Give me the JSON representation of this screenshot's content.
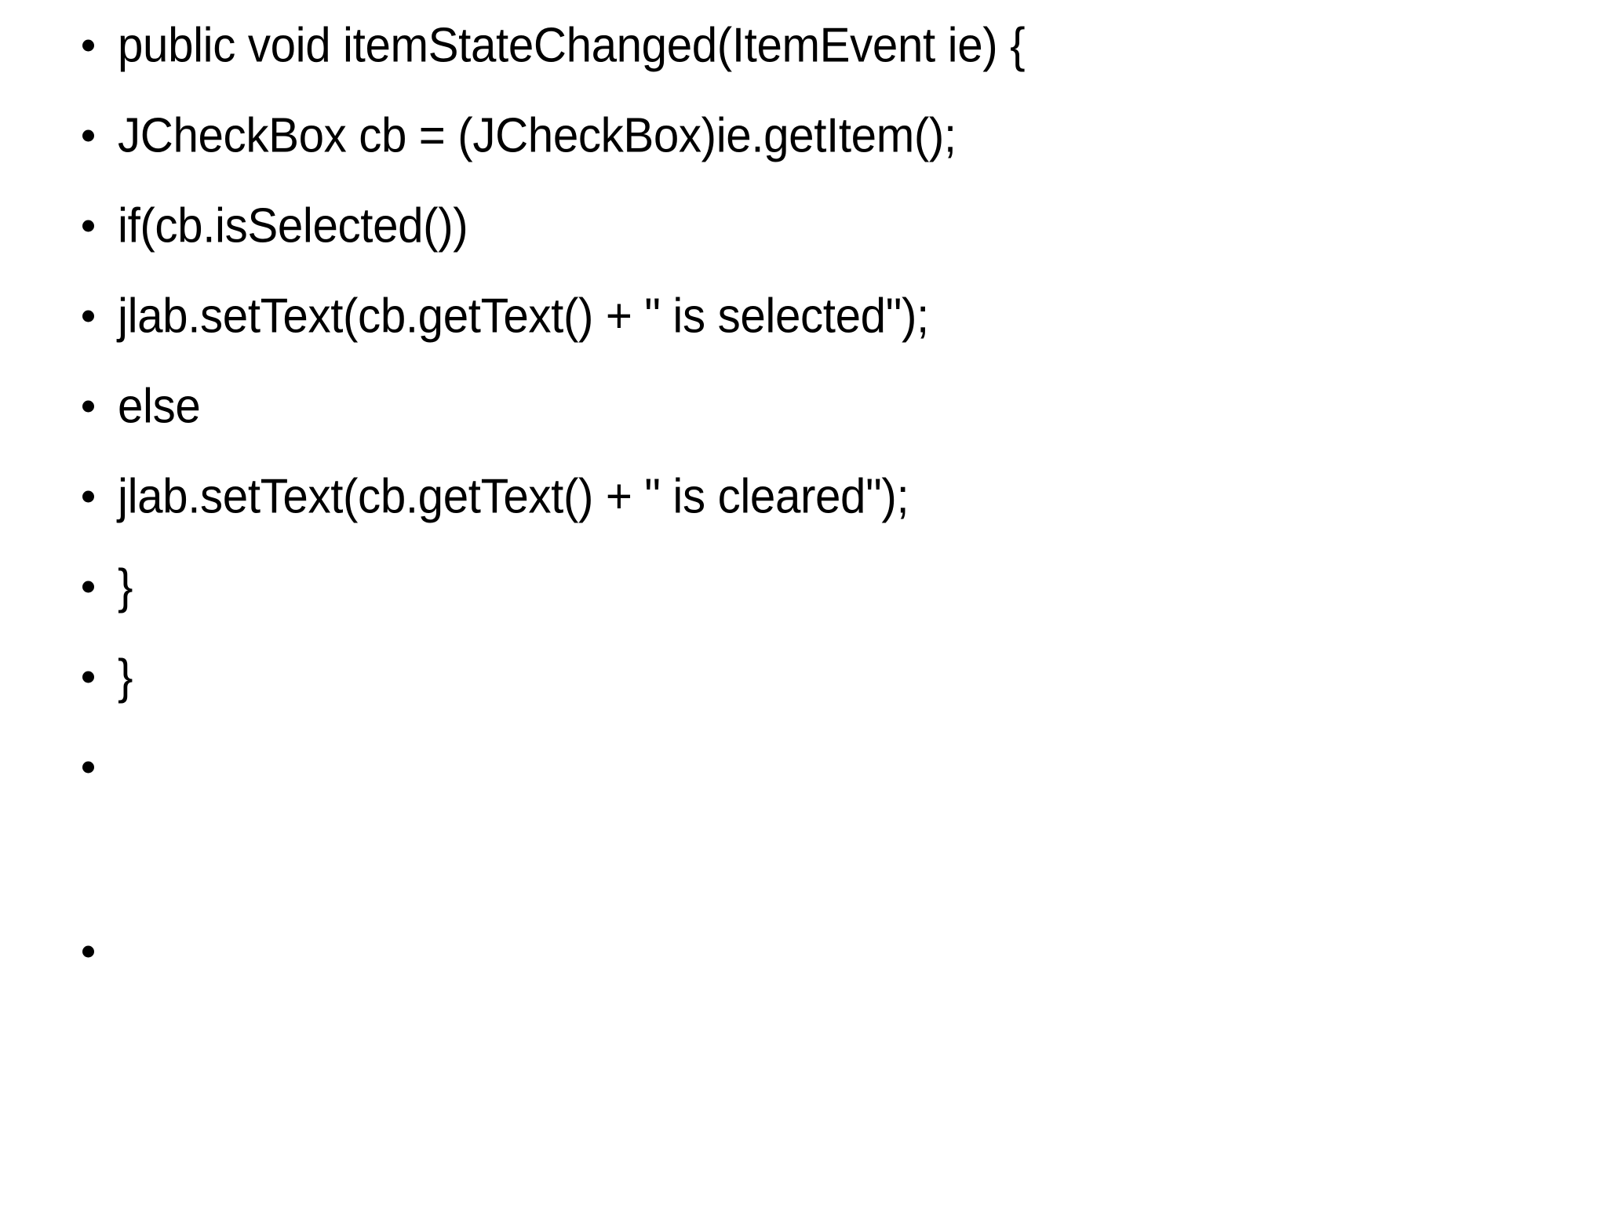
{
  "slide": {
    "background_color": "#FFFFFF",
    "text_color": "#000000",
    "bullet_glyph": "•",
    "body": {
      "items": [
        {
          "text": "public void itemStateChanged(ItemEvent ie) {"
        },
        {
          "text": "JCheckBox cb = (JCheckBox)ie.getItem();"
        },
        {
          "text": "if(cb.isSelected())"
        },
        {
          "text": "jlab.setText(cb.getText() + \" is selected\");"
        },
        {
          "text": "else"
        },
        {
          "text": "jlab.setText(cb.getText() + \" is cleared\");"
        },
        {
          "text": "}"
        },
        {
          "text": "}"
        },
        {
          "text": ""
        }
      ],
      "trailing_item": {
        "text": ""
      }
    }
  }
}
